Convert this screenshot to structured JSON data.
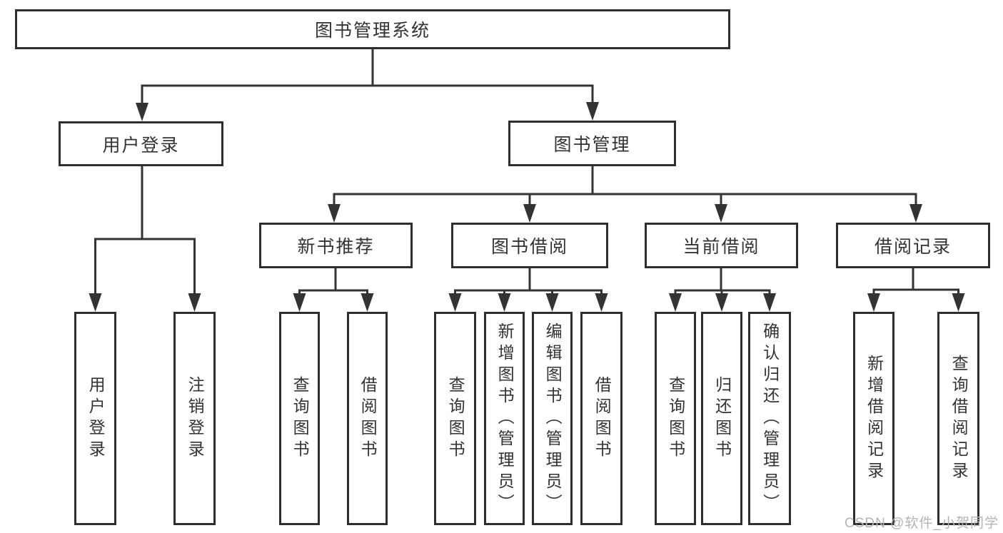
{
  "title": {
    "label": "图书管理系统"
  },
  "level2": {
    "user_login": "用户登录",
    "book_management": "图书管理"
  },
  "level3": {
    "new_book_recommend": "新书推荐",
    "book_borrow": "图书借阅",
    "current_borrow": "当前借阅",
    "borrow_records": "借阅记录"
  },
  "leaves": {
    "user_login": "用户登录",
    "logout": "注销登录",
    "query_book_a": "查询图书",
    "borrow_book_a": "借阅图书",
    "query_book_b": "查询图书",
    "add_book_admin": "新增图书（管理员）",
    "edit_book_admin": "编辑图书（管理员）",
    "borrow_book_b": "借阅图书",
    "query_book_c": "查询图书",
    "return_book": "归还图书",
    "confirm_return_admin": "确认归还（管理员）",
    "add_borrow_record": "新增借阅记录",
    "query_borrow_record": "查询借阅记录"
  },
  "watermark": "CSDN @软件_小贺同学",
  "colors": {
    "line": "#333333",
    "box_border": "#2e2e2e",
    "text": "#333333",
    "watermark": "#b4b4b4",
    "background": "#ffffff"
  }
}
